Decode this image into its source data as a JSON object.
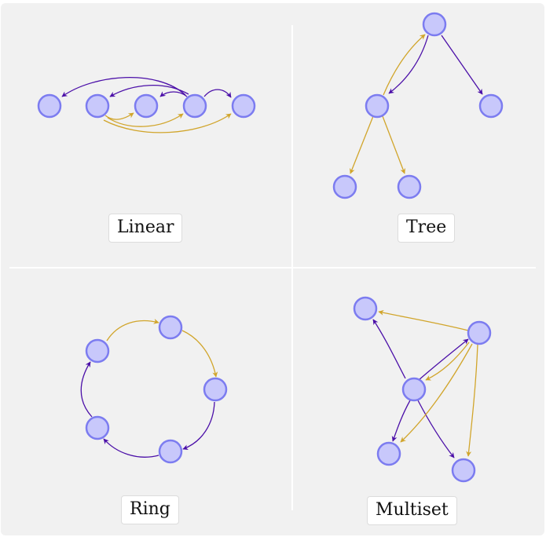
{
  "panels": [
    {
      "id": "linear",
      "label": "Linear"
    },
    {
      "id": "tree",
      "label": "Tree"
    },
    {
      "id": "ring",
      "label": "Ring"
    },
    {
      "id": "multiset",
      "label": "Multiset"
    }
  ],
  "colors": {
    "background": "#f1f1f1",
    "divider": "#ffffff",
    "node_fill": "#c8c8fb",
    "node_stroke": "#7c7cf0",
    "edge_purple": "#4b0fa8",
    "edge_gold": "#d1a52b"
  }
}
